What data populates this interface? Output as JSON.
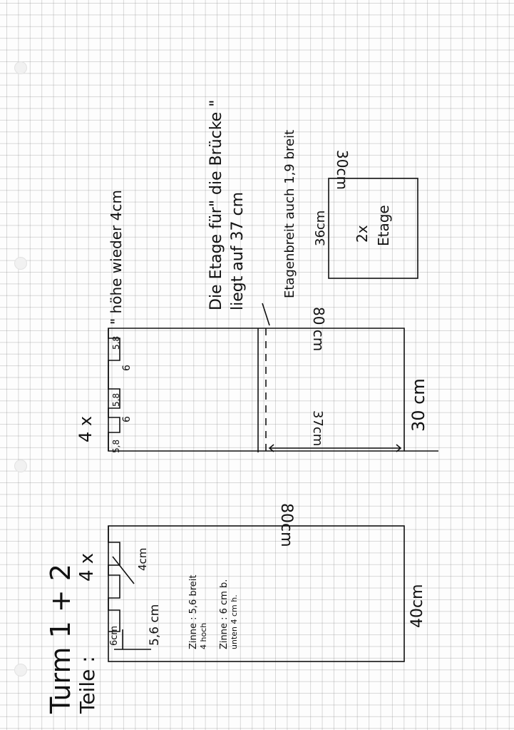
{
  "title": "Turm 1 + 2",
  "parts_label": "Teile :",
  "piece_count_a": "4 x",
  "piece_count_b": "4 x",
  "dims": {
    "w80_a": "80cm",
    "w80_b": "80 cm",
    "h40": "40cm",
    "h30": "30 cm",
    "d37": "37cm",
    "w30": "30cm",
    "h36": "36cm",
    "d4cm": "4cm",
    "d56": "5,6 cm",
    "d6": "6cm"
  },
  "notes": {
    "zinne1_a": "Zinne : 5,6 breit",
    "zinne1_b": "4 hoch",
    "zinne2_a": "Zinne : 6 cm b.",
    "zinne2_b": "unten   4 cm h.",
    "hoehe": "\" höhe wieder 4cm",
    "bruecke_a": "Die Etage für\" die Brücke \"",
    "bruecke_b": "liegt auf 37 cm",
    "etagenbreit": "Etagenbreit auch 1,9 breit"
  },
  "crenel_labels": [
    "5,8",
    "6",
    "5,8",
    "6",
    "5,8"
  ],
  "floor_box": {
    "line1": "2x",
    "line2": "Etage"
  }
}
